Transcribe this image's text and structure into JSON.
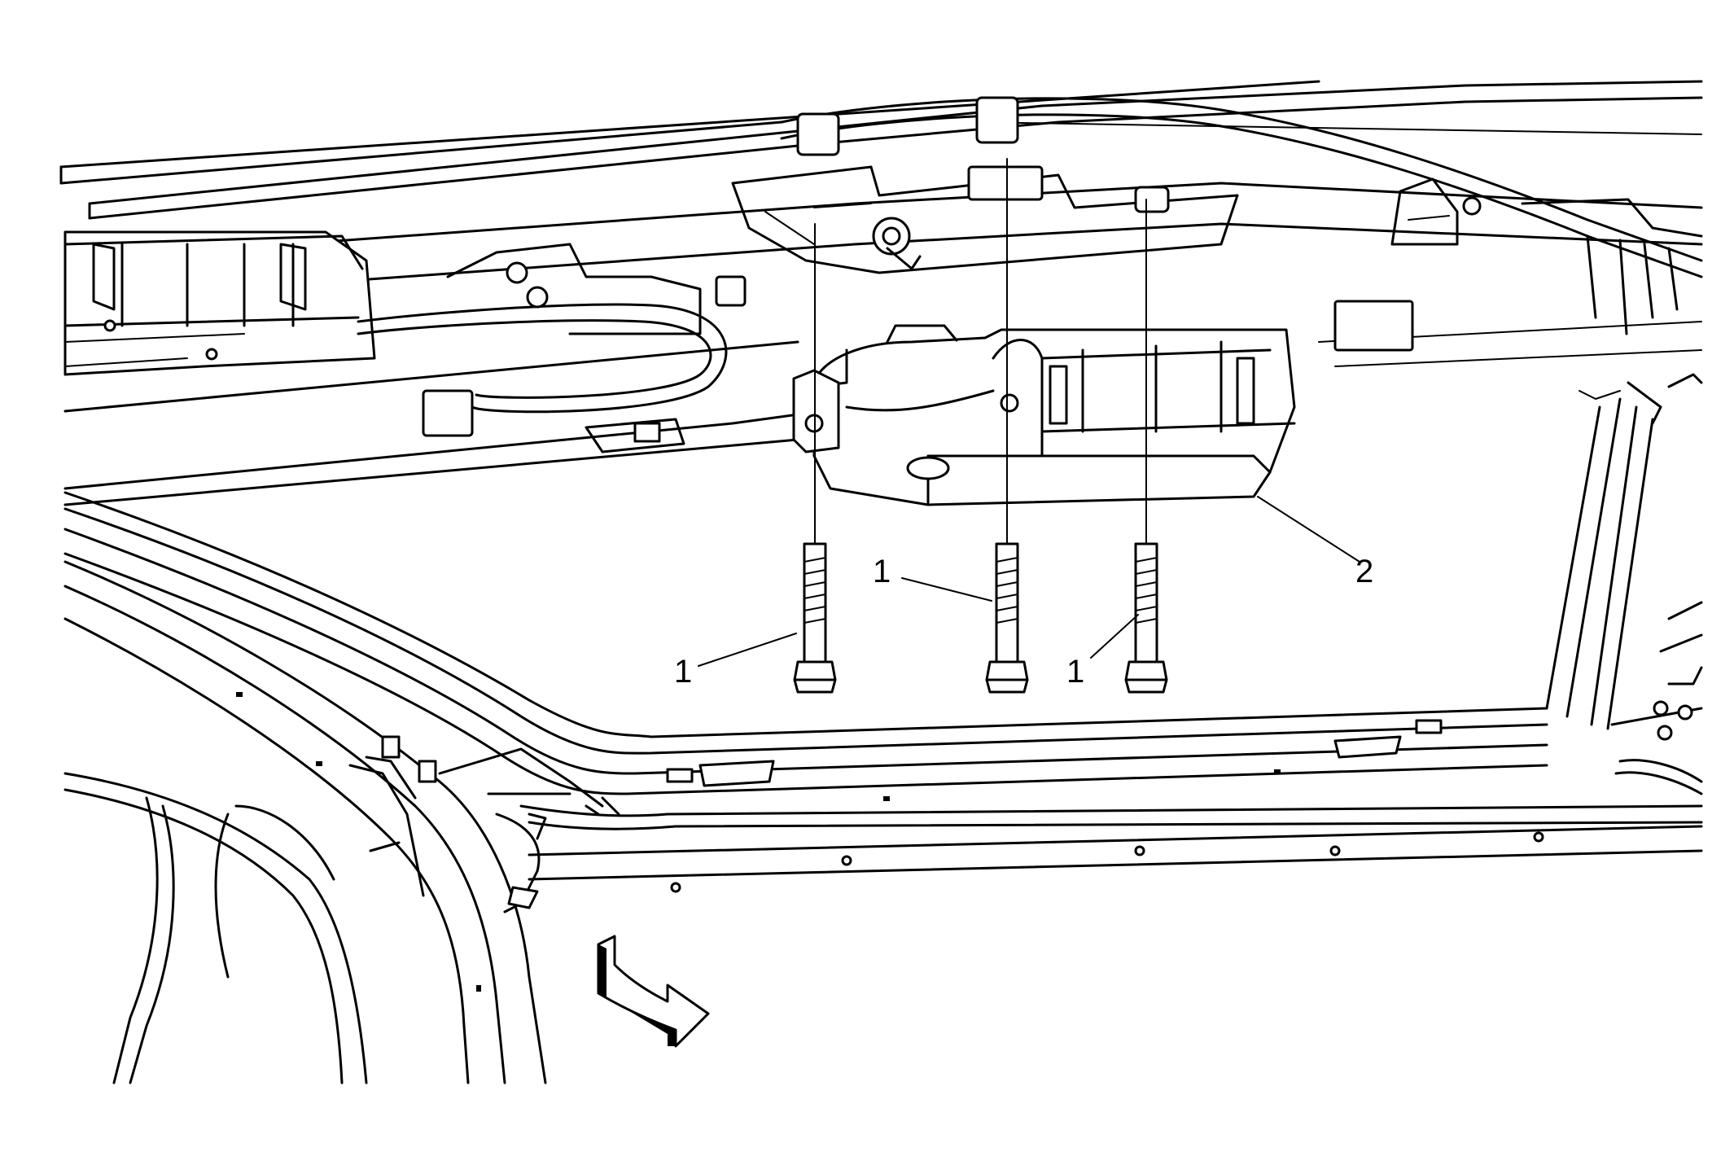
{
  "callouts": {
    "bolt_left": "1",
    "bolt_center": "1",
    "bolt_right": "1",
    "module": "2"
  },
  "colors": {
    "ink": "#000000",
    "paper": "#ffffff"
  },
  "icons": {
    "direction": "forward-arrow-icon"
  }
}
